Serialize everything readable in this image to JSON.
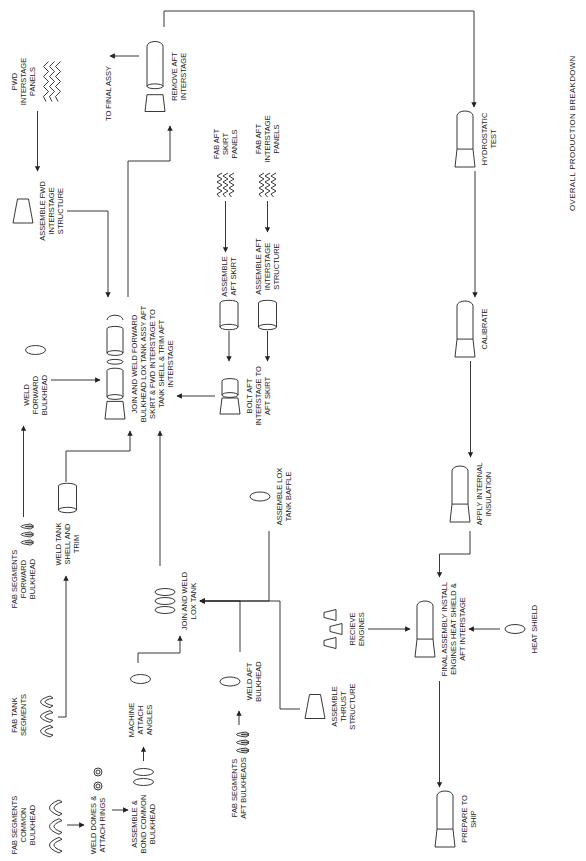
{
  "diagram": {
    "title": "OVERALL PRODUCTION BREAKDOWN",
    "nodes": [
      {
        "text": [
          "FAB TANK SEGMENTS"
        ]
      },
      {
        "text": [
          "FAB SEGMENTS FORWARD BULKHEAD"
        ]
      },
      {
        "text": [
          "WELD TANK SHELL AND TRIM"
        ]
      },
      {
        "text": [
          "WELD FORWARD BULKHEAD"
        ]
      },
      {
        "text": [
          "PWD INTERSTAGE PANELS"
        ]
      },
      {
        "text": [
          "ASSEMBLE FWD INTERSTAGE STRUCTURE"
        ]
      },
      {
        "text": [
          "FAB SEGMENTS COMMON BULKHEAD"
        ]
      },
      {
        "text": [
          "WELD DOMES & ATTACH RINGS"
        ]
      },
      {
        "text": [
          "ASSEMBLE & BOND COMMON BULKHEAD"
        ]
      },
      {
        "text": [
          "MACHINE ATTACH ANGLES"
        ]
      },
      {
        "text": [
          "FAB SEGMENTS AFT BULKHEADS"
        ]
      },
      {
        "text": [
          "WELD AFT BULKHEAD"
        ]
      },
      {
        "text": [
          "JOIN AND WELD LOX TANK"
        ]
      },
      {
        "text": [
          "ASSEMBLE THRUST STRUCTURE"
        ]
      },
      {
        "text": [
          "ASSEMBLE LOX TANK BAFFLE"
        ]
      },
      {
        "text": [
          "JOIN AND WELD FORWARD BULKHEAD LOX TANK ASSY AFT SKIRT & FWD INTERSTAGE TO TANK SHELL & TRIM AFT INTERSTAGE"
        ]
      },
      {
        "text": [
          "FAB AFT SKIRT PANELS"
        ]
      },
      {
        "text": [
          "ASSEMBLE AFT SKIRT"
        ]
      },
      {
        "text": [
          "FAB AFT INTERSTAGE PANELS"
        ]
      },
      {
        "text": [
          "ASSEMBLE AFT INTERSTAGE STRUCTURE"
        ]
      },
      {
        "text": [
          "BOLT AFT INTERSTAGE TO AFT SKIRT"
        ]
      },
      {
        "text": [
          "REMOVE AFT INTERSTAGE"
        ]
      },
      {
        "text": [
          "RECIEVE ENGINES"
        ]
      },
      {
        "text": [
          "FINAL ASSEMBLY INSTALL ENGINES HEAT SHIELD & AFT INTERSTAGE"
        ]
      },
      {
        "text": [
          "HEAT SHIELD"
        ]
      },
      {
        "text": [
          "APPLY INTERNAL INSULATION"
        ]
      },
      {
        "text": [
          "CALIBRATE"
        ]
      },
      {
        "text": [
          "HYDROSTATIC TEST"
        ]
      },
      {
        "text": [
          "PREPARE TO SHIP"
        ]
      }
    ],
    "edges": [
      {
        "from": 0,
        "to": 2,
        "arrow": "to"
      },
      {
        "from": 1,
        "to": 3,
        "arrow": "to"
      },
      {
        "from": 2,
        "to": 15,
        "arrow": "to"
      },
      {
        "from": 3,
        "to": 15,
        "arrow": "to"
      },
      {
        "from": 4,
        "to": 5,
        "arrow": "to"
      },
      {
        "from": 5,
        "to": 15,
        "arrow": "to"
      },
      {
        "from": 6,
        "to": 7,
        "arrow": "to"
      },
      {
        "from": 7,
        "to": 8,
        "arrow": "to"
      },
      {
        "from": 8,
        "to": 9,
        "arrow": "to"
      },
      {
        "from": 9,
        "to": 12,
        "arrow": "to"
      },
      {
        "from": 10,
        "to": 11,
        "arrow": "to"
      },
      {
        "from": 11,
        "to": 12,
        "arrow": "to"
      },
      {
        "from": 13,
        "to": 12,
        "arrow": "to"
      },
      {
        "from": 14,
        "to": 12,
        "arrow": "to"
      },
      {
        "from": 12,
        "to": 15,
        "arrow": "to"
      },
      {
        "from": 16,
        "to": 17,
        "arrow": "to"
      },
      {
        "from": 18,
        "to": 19,
        "arrow": "to"
      },
      {
        "from": 17,
        "to": 20,
        "arrow": "to"
      },
      {
        "from": 19,
        "to": 20,
        "arrow": "to"
      },
      {
        "from": 20,
        "to": 15,
        "arrow": "to"
      },
      {
        "from": 15,
        "to": 21,
        "arrow": "to"
      },
      {
        "from": 21,
        "to": 27,
        "arrow": "to"
      },
      {
        "from": 27,
        "to": 26,
        "arrow": "to"
      },
      {
        "from": 26,
        "to": 25,
        "arrow": "to"
      },
      {
        "from": 25,
        "to": 23,
        "arrow": "to"
      },
      {
        "from": 22,
        "to": 23,
        "arrow": "to"
      },
      {
        "from": 24,
        "to": 23,
        "arrow": "to"
      },
      {
        "from": 23,
        "to": 28,
        "arrow": "to"
      }
    ],
    "labels": [
      "TO FINAL ASSY"
    ]
  }
}
